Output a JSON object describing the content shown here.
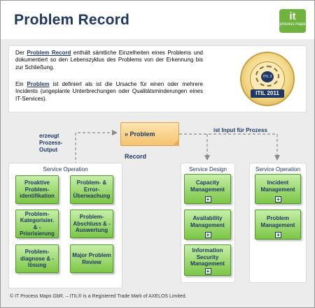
{
  "header": {
    "title": "Problem Record",
    "logo": {
      "big": "it",
      "small": "process maps"
    }
  },
  "info": {
    "p1_link": "Problem Record",
    "p1_text": " enthält sämtliche Einzelheiten eines Problems und dokumentiert so den Lebenszyklus des Problems von der Erkennung bis zur Schließung.",
    "p1_prefix": "Der ",
    "p2_prefix": "Ein ",
    "p2_link": "Problem",
    "p2_text": " ist definiert als ist die Ursache für einen oder mehrere Incidents (ungeplante Unterbrechungen oder Qualitätsminderungen eines IT-Services).",
    "badge_label": "ITIL 2011",
    "badge_center": "ITIL 3"
  },
  "diagram": {
    "process_label": "» Problem  Record",
    "left_annotation": [
      "erzeugt",
      "Prozess-",
      "Output"
    ],
    "right_annotation": "ist Input für Prozess",
    "groups": [
      {
        "title": "Service Operation",
        "boxes": [
          {
            "label": "Proaktive Problem-identifikation",
            "plus": false
          },
          {
            "label": "Problem- & Error-Überwachung",
            "plus": false
          },
          {
            "label": "Problem-Kategorisier. & -Priorisierung",
            "plus": false
          },
          {
            "label": "Problem-Abschluss & -Auswertung",
            "plus": false
          },
          {
            "label": "Problem-diagnose & -lösung",
            "plus": false
          },
          {
            "label": "Major Problem Review",
            "plus": false
          }
        ]
      },
      {
        "title": "Service Design",
        "boxes": [
          {
            "label": "Capacity Management",
            "plus": true
          },
          {
            "label": "Availability Management",
            "plus": true
          },
          {
            "label": "Information Security Management",
            "plus": true
          }
        ]
      },
      {
        "title": "Service Operation",
        "boxes": [
          {
            "label": "Incident Management",
            "plus": true
          },
          {
            "label": "Problem Management",
            "plus": true
          }
        ]
      }
    ]
  },
  "footer": "© IT Process Maps GbR. – ITIL® is a Registered Trade Mark of AXELOS Limited.",
  "colors": {
    "title": "#1f3864",
    "green_box": "#7cc646",
    "process_box": "#f6c26f",
    "logo": "#6fb33e"
  }
}
